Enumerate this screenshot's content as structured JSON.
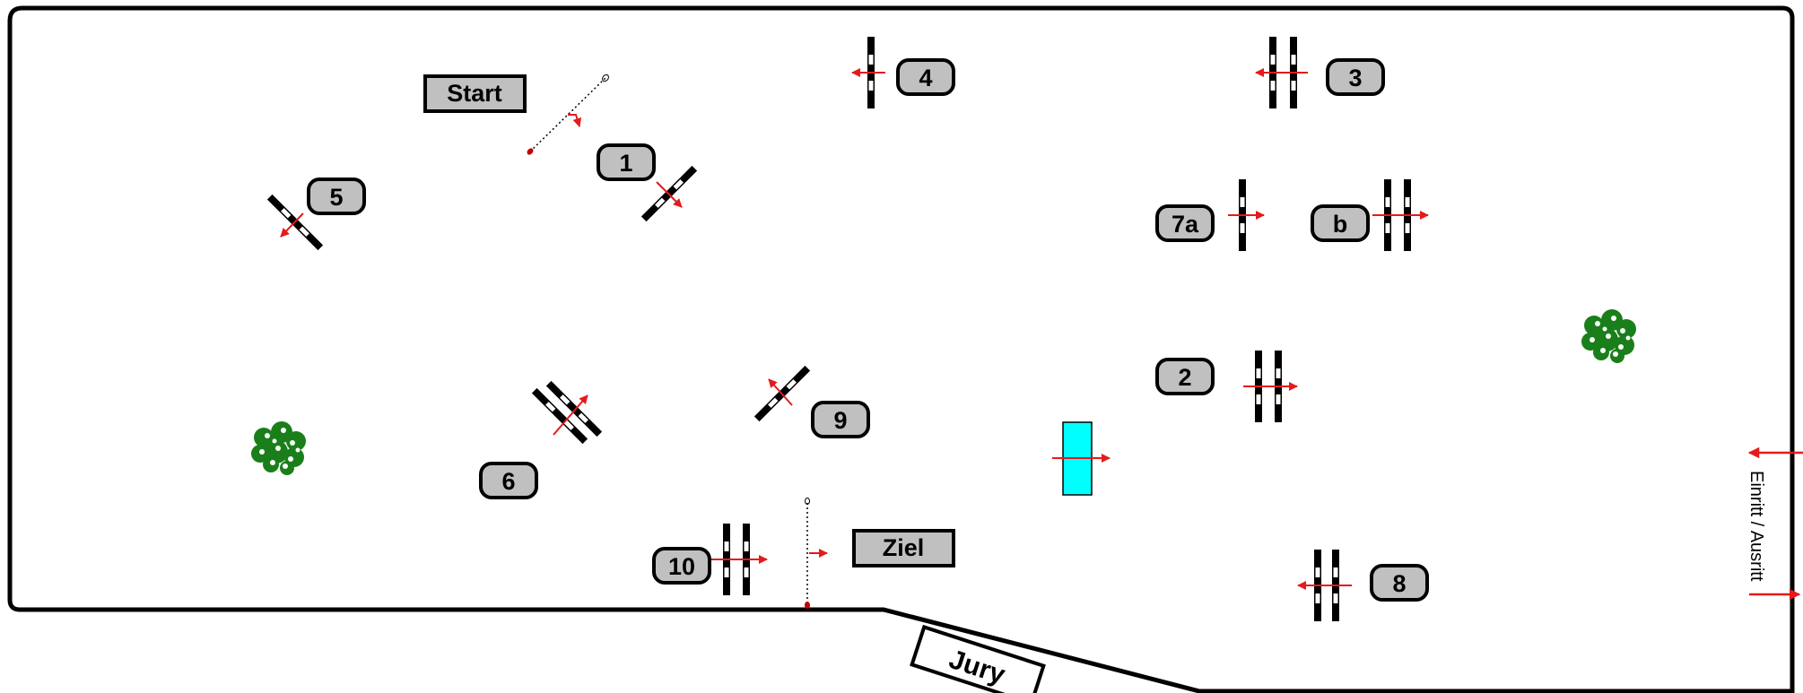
{
  "labels": {
    "start": "Start",
    "finish": "Ziel",
    "jury": "Jury",
    "entry_exit": "Einritt / Ausritt"
  },
  "obstacles": {
    "o1": "1",
    "o2": "2",
    "o3": "3",
    "o4": "4",
    "o5": "5",
    "o6": "6",
    "o7a": "7a",
    "o7b": "b",
    "o8": "8",
    "o9": "9",
    "o10": "10"
  },
  "colors": {
    "arrow": "#e41a1c",
    "number_box": "#c0c0c0",
    "water": "#00ffff",
    "bush": "#1a7f1a"
  }
}
